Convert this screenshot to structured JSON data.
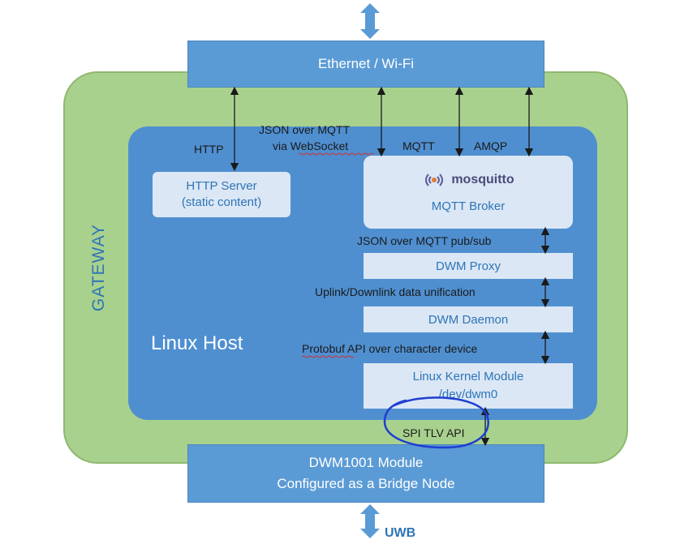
{
  "colors": {
    "gateway_fill": "#a9d18e",
    "gateway_border": "#8fb870",
    "host_fill": "#4f8fd0",
    "bar_fill": "#5b9bd5",
    "module_fill": "#dbe7f5",
    "text_dark": "#1f4e79",
    "text_white": "#ffffff",
    "text_label": "#1a1a1a",
    "annotation": "#1f3fd1"
  },
  "network_bar": {
    "label": "Ethernet / Wi-Fi"
  },
  "gateway": {
    "label": "GATEWAY"
  },
  "linux_host": {
    "label": "Linux Host"
  },
  "http_server": {
    "line1": "HTTP Server",
    "line2": "(static content)"
  },
  "mqtt_broker": {
    "logo_text": "mosquitto",
    "label": "MQTT Broker"
  },
  "dwm_proxy": {
    "label": "DWM Proxy"
  },
  "dwm_daemon": {
    "label": "DWM Daemon"
  },
  "kernel_module": {
    "line1": "Linux Kernel Module",
    "line2": "/dev/dwm0"
  },
  "dwm_module": {
    "line1": "DWM1001 Module",
    "line2": "Configured as a Bridge Node"
  },
  "connections": {
    "http": "HTTP",
    "json_ws_line1": "JSON over MQTT",
    "json_ws_line2": "via WebSocket",
    "mqtt": "MQTT",
    "amqp": "AMQP",
    "json_pubsub": "JSON over MQTT pub/sub",
    "uplink": "Uplink/Downlink data unification",
    "protobuf": "Protobuf API over character device",
    "spi": "SPI TLV API",
    "uwb": "UWB"
  }
}
